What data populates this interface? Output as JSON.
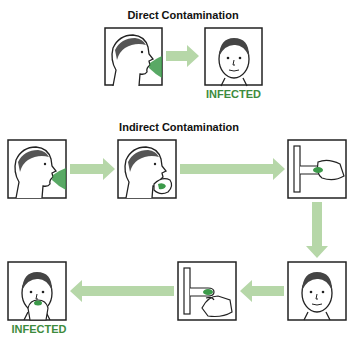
{
  "diagram": {
    "nodes": [
      {
        "text": [
          "INFECTED"
        ]
      },
      {
        "text": [
          "INFECTED"
        ]
      }
    ],
    "labels": [
      "Direct Contamination",
      "Indirect Contamination"
    ]
  }
}
